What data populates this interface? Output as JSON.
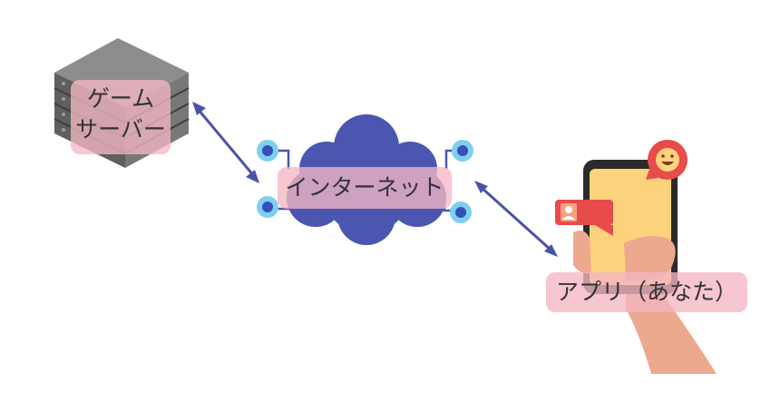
{
  "diagram": {
    "nodes": {
      "game_server": {
        "line1": "ゲーム",
        "line2": "サーバー"
      },
      "internet": {
        "label": "インターネット"
      },
      "app": {
        "label": "アプリ（あなた）"
      }
    },
    "connections": [
      {
        "from": "game_server",
        "to": "internet",
        "type": "bidirectional"
      },
      {
        "from": "internet",
        "to": "app",
        "type": "bidirectional"
      }
    ]
  },
  "colors": {
    "cloud": "#4a56b0",
    "node_dot_outer": "#7ecff0",
    "node_dot_inner": "#3550b8",
    "arrow": "#4a52a8",
    "label_bg": "#f4b6c4",
    "server": "#6b6b6b",
    "phone_screen": "#fcd37c",
    "chat_bubble_red": "#e84b4b",
    "hand": "#eda98e"
  },
  "icons": [
    "server-rack-icon",
    "cloud-icon",
    "smartphone-icon",
    "user-chat-icon",
    "smiley-chat-icon"
  ]
}
